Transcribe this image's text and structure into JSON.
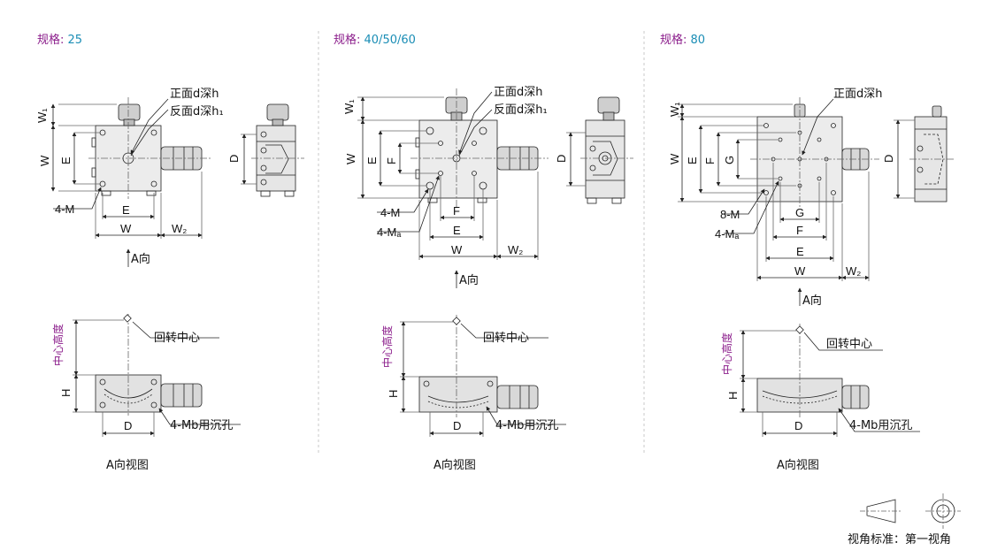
{
  "colors": {
    "spec_label": "#8b1d8b",
    "spec_value": "#1a8db5",
    "center_height": "#8b1d8b",
    "line": "#222222",
    "body_fill": "#e8e8e8"
  },
  "panels": [
    {
      "spec_label": "规格: ",
      "spec_value": "25",
      "dims": {
        "w1": "W₁",
        "w": "W",
        "e_v": "E",
        "e_h": "E",
        "w_bottom": "W",
        "w2": "W₂",
        "d_side": "D",
        "m4": "4-M",
        "d_bottom": "D",
        "h": "H"
      },
      "callouts": {
        "front": "正面d深h",
        "back": "反面d深h₁",
        "rotation_center": "回转中心",
        "counterbore": "4-Mb用沉孔",
        "center_height": "中心高度"
      },
      "direction": "A向",
      "view_caption": "A向视图"
    },
    {
      "spec_label": "规格: ",
      "spec_value": "40/50/60",
      "dims": {
        "w1": "W₁",
        "w": "W",
        "e_v": "E",
        "f_v": "F",
        "f_h": "F",
        "e_h": "E",
        "w_bottom": "W",
        "w2": "W₂",
        "d_side": "D",
        "m4": "4-M",
        "ma4": "4-Mₐ",
        "d_bottom": "D",
        "h": "H"
      },
      "callouts": {
        "front": "正面d深h",
        "back": "反面d深h₁",
        "rotation_center": "回转中心",
        "counterbore": "4-Mb用沉孔",
        "center_height": "中心高度"
      },
      "direction": "A向",
      "view_caption": "A向视图"
    },
    {
      "spec_label": "规格: ",
      "spec_value": "80",
      "dims": {
        "w1": "W₁",
        "w": "W",
        "e_v": "E",
        "f_v": "F",
        "g_v": "G",
        "g_h": "G",
        "f_h": "F",
        "e_h": "E",
        "w_bottom": "W",
        "w2": "W₂",
        "d_side": "D",
        "m8": "8-M",
        "ma4": "4-Mₐ",
        "d_bottom": "D",
        "h": "H"
      },
      "callouts": {
        "front": "正面d深h",
        "rotation_center": "回转中心",
        "counterbore": "4-Mb用沉孔",
        "center_height": "中心高度"
      },
      "direction": "A向",
      "view_caption": "A向视图"
    }
  ],
  "projection": {
    "label": "视角标准：第一视角"
  }
}
